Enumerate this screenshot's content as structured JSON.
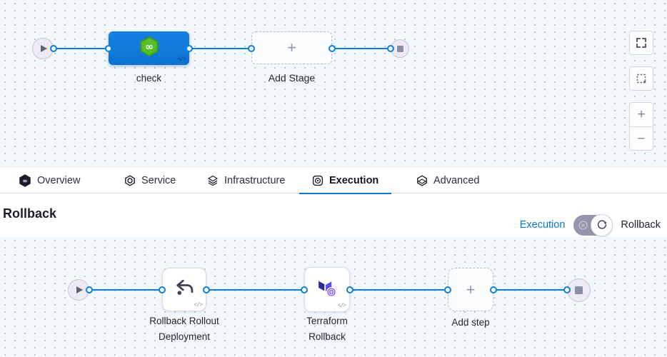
{
  "colors": {
    "accent_blue": "#0278d5",
    "connector_blue": "#0b80dd",
    "stage_node_blue": "#0d78d8",
    "harness_green": "#54c029",
    "terraform_purple": "#5c4ee5"
  },
  "top_canvas": {
    "stage": {
      "label": "check",
      "code_badge": "</>"
    },
    "add_stage": {
      "label": "Add Stage",
      "plus": "+"
    },
    "controls": {
      "zoom_in": "+",
      "zoom_out": "−"
    }
  },
  "tabs": [
    {
      "label": "Overview",
      "active": false
    },
    {
      "label": "Service",
      "active": false
    },
    {
      "label": "Infrastructure",
      "active": false
    },
    {
      "label": "Execution",
      "active": true
    },
    {
      "label": "Advanced",
      "active": false
    }
  ],
  "rollback_section": {
    "title": "Rollback",
    "execution_link": "Execution",
    "rollback_label": "Rollback"
  },
  "bottom_canvas": {
    "steps": [
      {
        "label": "Rollback Rollout Deployment",
        "code_badge": "</>"
      },
      {
        "label": "Terraform Rollback",
        "code_badge": "</>"
      }
    ],
    "add_step": {
      "label": "Add step",
      "plus": "+"
    }
  }
}
